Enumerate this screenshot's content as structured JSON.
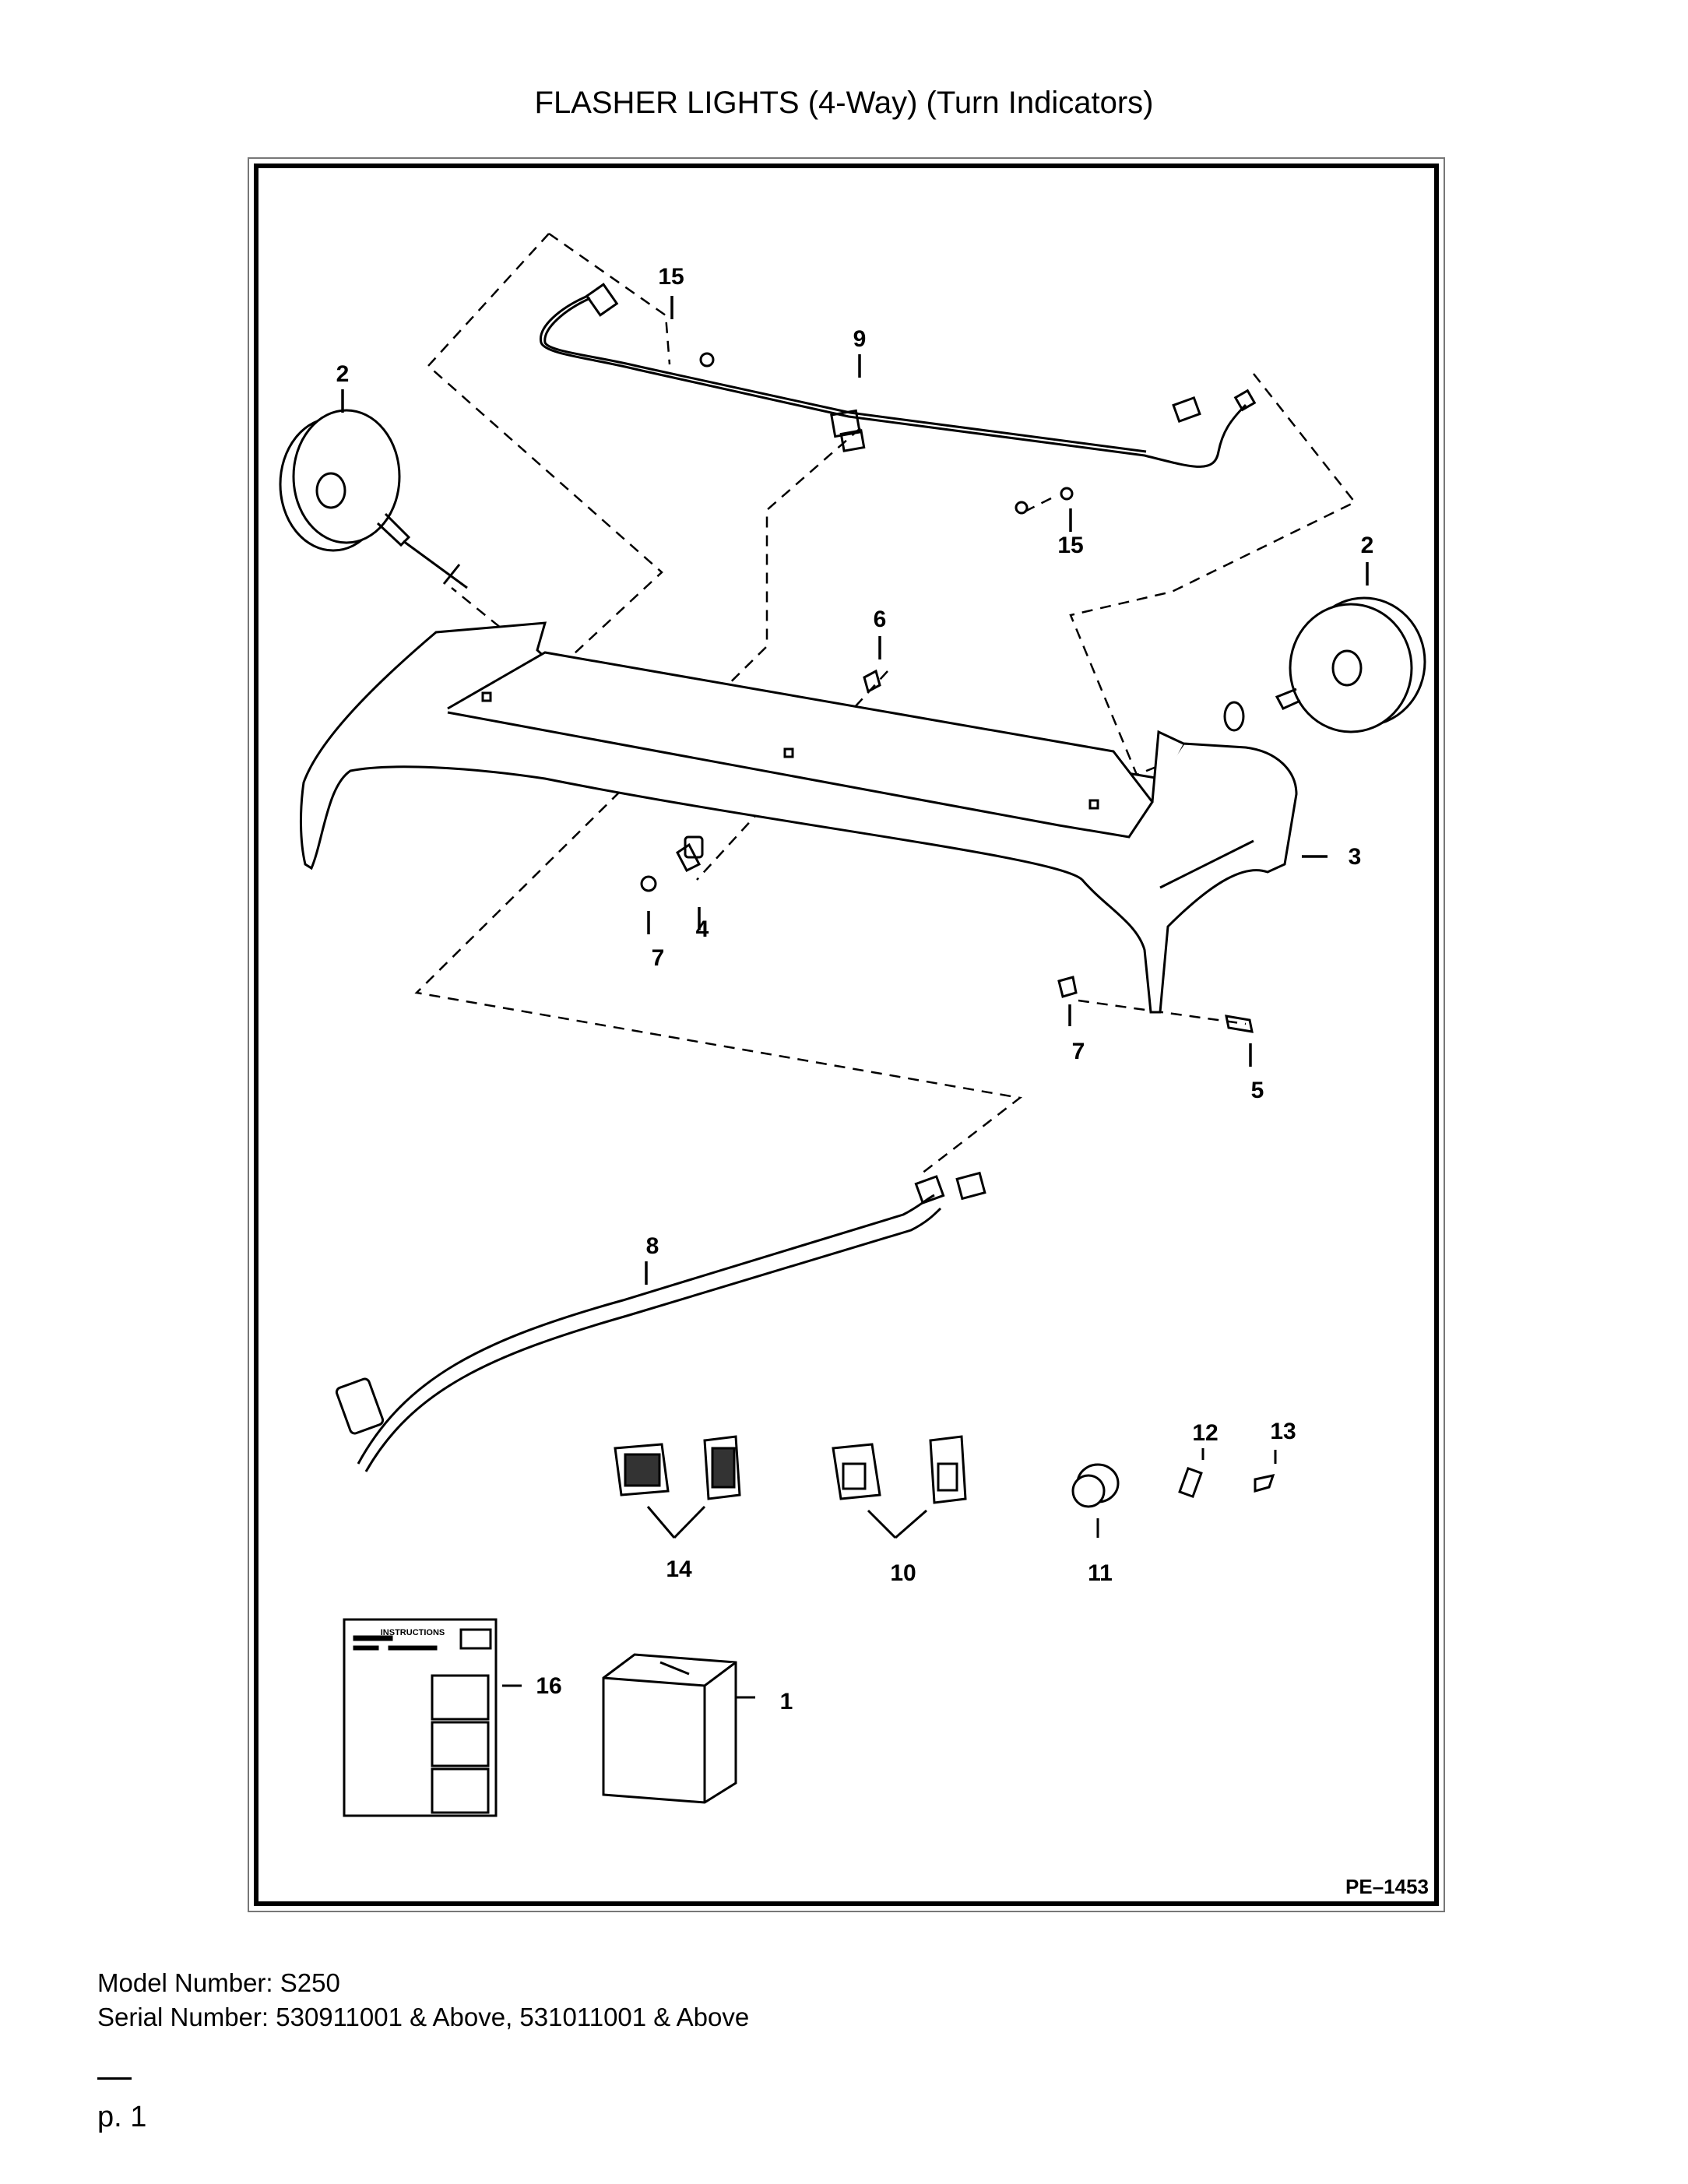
{
  "title": "FLASHER LIGHTS (4-Way) (Turn Indicators)",
  "drawing_code": "PE–1453",
  "instructions_label": "INSTRUCTIONS",
  "callouts": [
    {
      "id": "c1",
      "text": "1"
    },
    {
      "id": "c2a",
      "text": "2"
    },
    {
      "id": "c2b",
      "text": "2"
    },
    {
      "id": "c3",
      "text": "3"
    },
    {
      "id": "c4",
      "text": "4"
    },
    {
      "id": "c5",
      "text": "5"
    },
    {
      "id": "c6",
      "text": "6"
    },
    {
      "id": "c7a",
      "text": "7"
    },
    {
      "id": "c7b",
      "text": "7"
    },
    {
      "id": "c8",
      "text": "8"
    },
    {
      "id": "c9",
      "text": "9"
    },
    {
      "id": "c10",
      "text": "10"
    },
    {
      "id": "c11",
      "text": "11"
    },
    {
      "id": "c12",
      "text": "12"
    },
    {
      "id": "c13",
      "text": "13"
    },
    {
      "id": "c14",
      "text": "14"
    },
    {
      "id": "c15a",
      "text": "15"
    },
    {
      "id": "c15b",
      "text": "15"
    },
    {
      "id": "c16",
      "text": "16"
    }
  ],
  "footer": {
    "model": "Model Number: S250",
    "serial": "Serial Number: 530911001 & Above, 531011001 & Above",
    "page": "p. 1"
  }
}
